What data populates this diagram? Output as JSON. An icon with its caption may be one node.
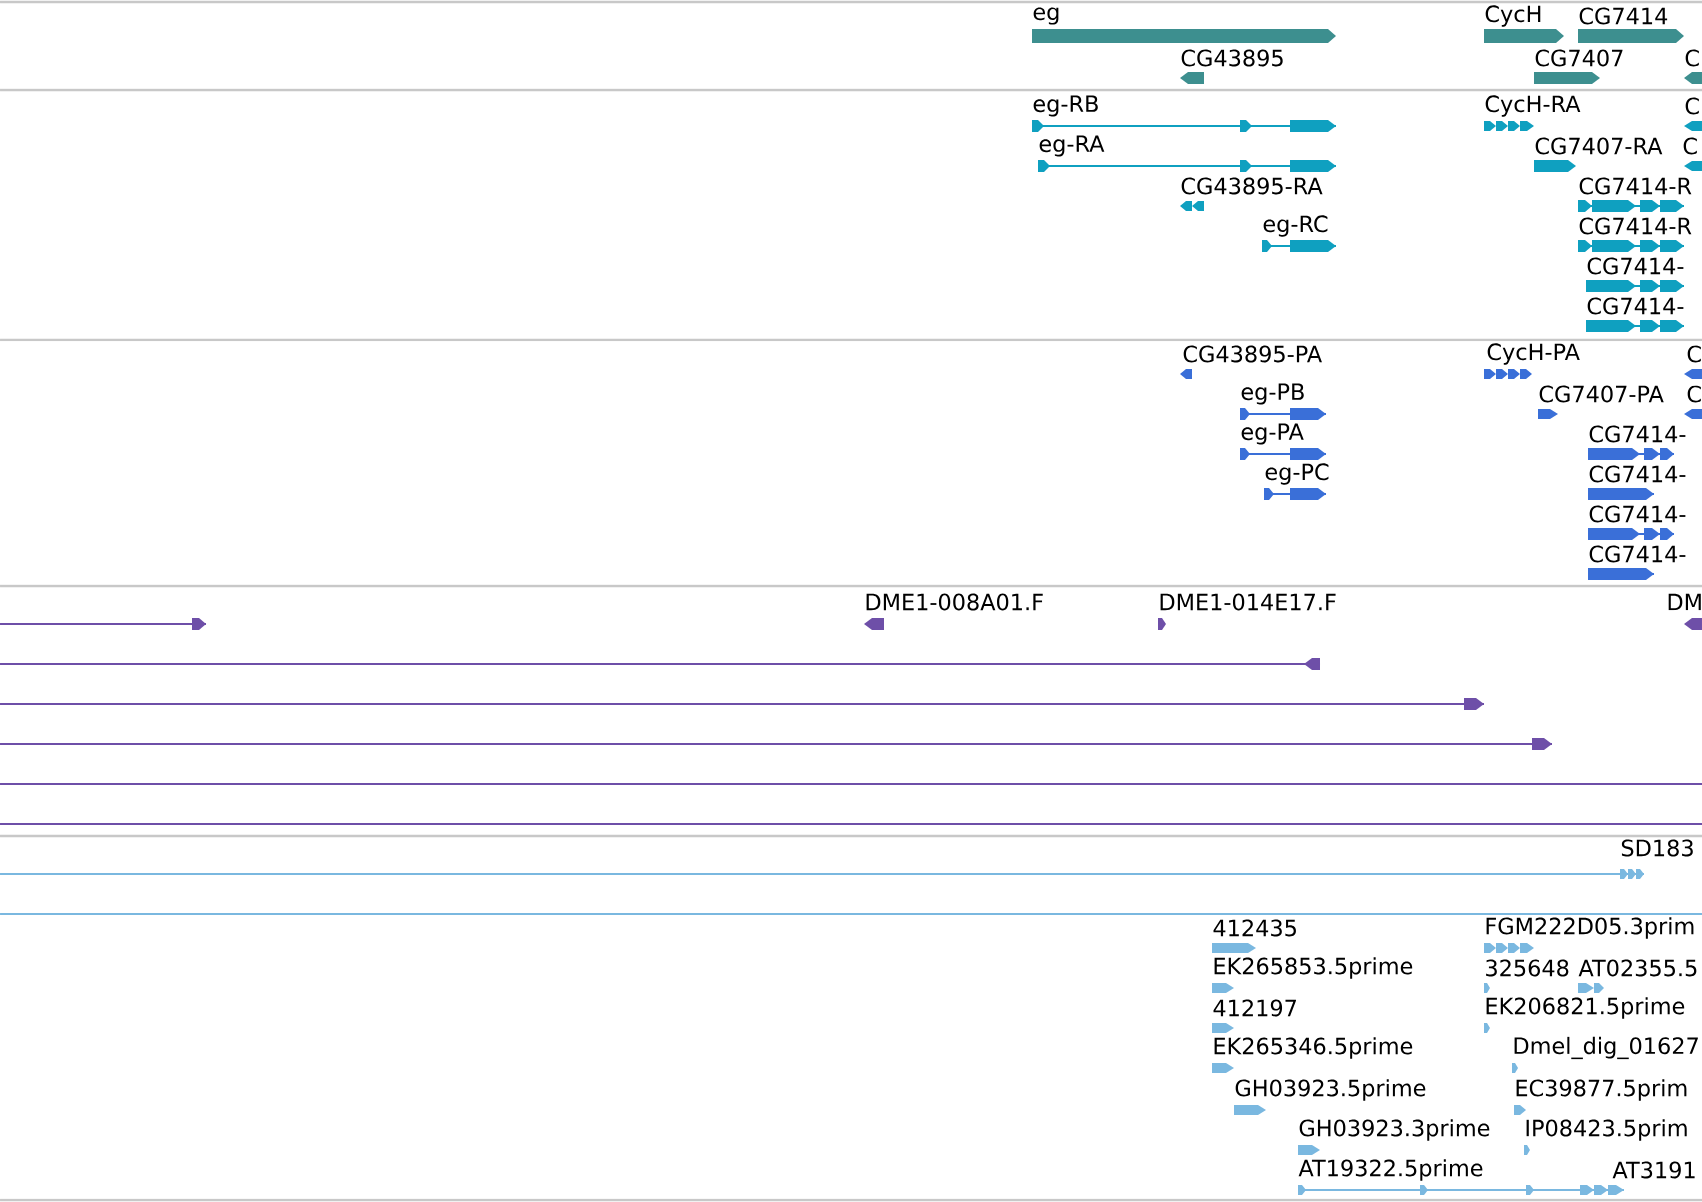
{
  "diagram": {
    "labels": [
      "eg",
      "CycH",
      "CG7414",
      "CG43895",
      "CG7407",
      "C",
      "eg-RB",
      "CycH-RA",
      "C",
      "eg-RA",
      "CG7407-RA",
      "C",
      "CG43895-RA",
      "CG7414-R",
      "eg-RC",
      "CG7414-R",
      "CG7414-",
      "CG7414-",
      "CG43895-PA",
      "CycH-PA",
      "C",
      "eg-PB",
      "CG7407-PA",
      "C",
      "eg-PA",
      "CG7414-",
      "eg-PC",
      "CG7414-",
      "CG7414-",
      "CG7414-",
      "DME1-008A01.F",
      "DME1-014E17.F",
      "DM",
      "SD183",
      "412435",
      "FGM222D05.3prim",
      "EK265853.5prime",
      "325648",
      "AT02355.5",
      "412197",
      "EK206821.5prime",
      "EK265346.5prime",
      "Dmel_dig_01627",
      "GH03923.5prime",
      "EC39877.5prim",
      "GH03923.3prime",
      "IP08423.5prim",
      "AT19322.5prime",
      "AT3191"
    ]
  }
}
